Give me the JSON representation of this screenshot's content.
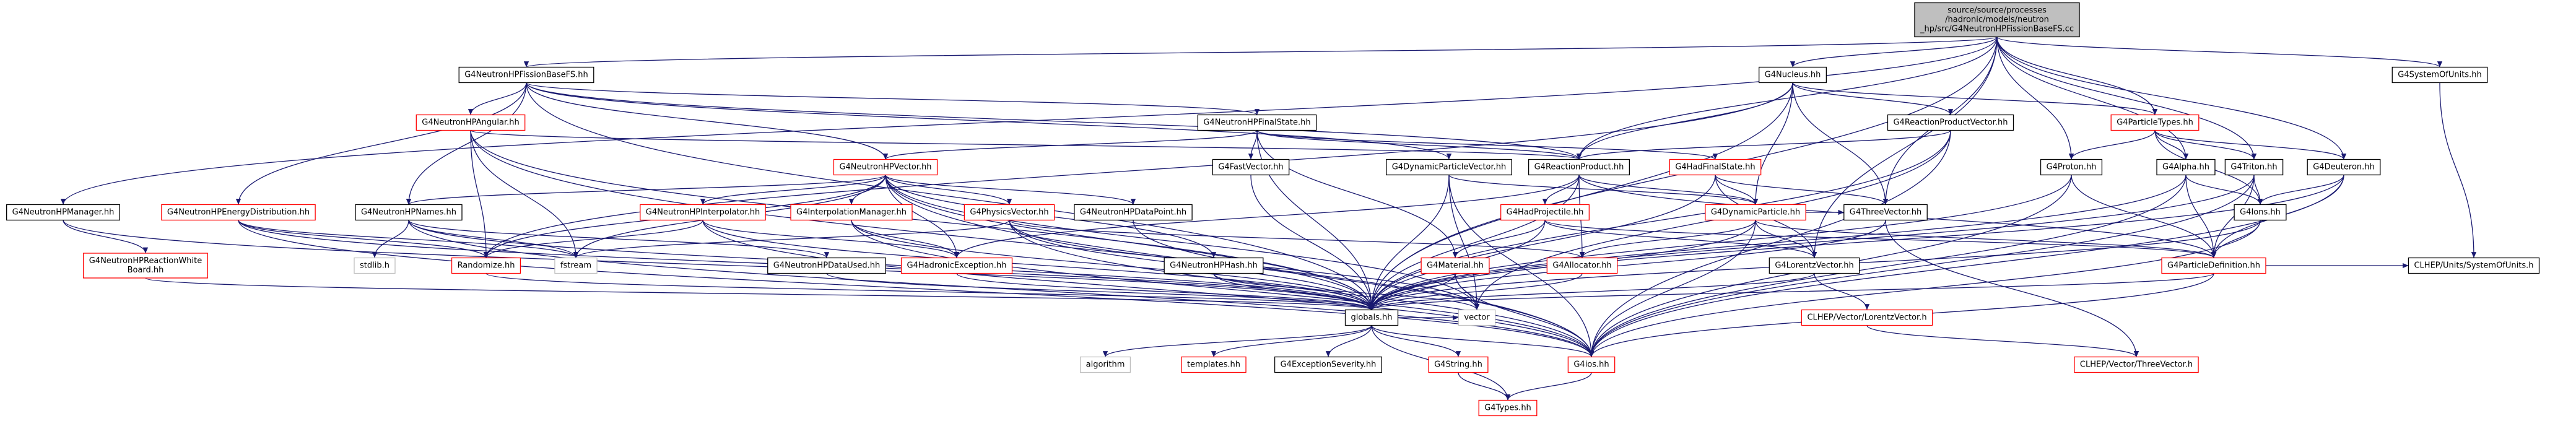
{
  "colors": {
    "background": "#ffffff",
    "edge": "#191970",
    "border_black": "#000000",
    "border_red": "#ff0000",
    "border_gray": "#bfbfbf",
    "root_fill": "#bfbfbf",
    "node_fill": "#ffffff"
  },
  "nodes": [
    {
      "id": "root",
      "lines": [
        "source/source/processes",
        "/hadronic/models/neutron",
        "_hp/src/G4NeutronHPFissionBaseFS.cc"
      ],
      "style": "root"
    },
    {
      "id": "fissionbasefs",
      "lines": [
        "G4NeutronHPFissionBaseFS.hh"
      ],
      "style": "black"
    },
    {
      "id": "nucleus",
      "lines": [
        "G4Nucleus.hh"
      ],
      "style": "black"
    },
    {
      "id": "systemofunits",
      "lines": [
        "G4SystemOfUnits.hh"
      ],
      "style": "black"
    },
    {
      "id": "angular",
      "lines": [
        "G4NeutronHPAngular.hh"
      ],
      "style": "red"
    },
    {
      "id": "finalstate",
      "lines": [
        "G4NeutronHPFinalState.hh"
      ],
      "style": "black"
    },
    {
      "id": "reactionproductvector",
      "lines": [
        "G4ReactionProductVector.hh"
      ],
      "style": "black"
    },
    {
      "id": "particletypes",
      "lines": [
        "G4ParticleTypes.hh"
      ],
      "style": "red"
    },
    {
      "id": "hpvector",
      "lines": [
        "G4NeutronHPVector.hh"
      ],
      "style": "red"
    },
    {
      "id": "fastvector",
      "lines": [
        "G4FastVector.hh"
      ],
      "style": "black"
    },
    {
      "id": "dynparticlevector",
      "lines": [
        "G4DynamicParticleVector.hh"
      ],
      "style": "black"
    },
    {
      "id": "reactionproduct",
      "lines": [
        "G4ReactionProduct.hh"
      ],
      "style": "black"
    },
    {
      "id": "hadfinalstate",
      "lines": [
        "G4HadFinalState.hh"
      ],
      "style": "red"
    },
    {
      "id": "proton",
      "lines": [
        "G4Proton.hh"
      ],
      "style": "black"
    },
    {
      "id": "alpha",
      "lines": [
        "G4Alpha.hh"
      ],
      "style": "black"
    },
    {
      "id": "triton",
      "lines": [
        "G4Triton.hh"
      ],
      "style": "black"
    },
    {
      "id": "deuteron",
      "lines": [
        "G4Deuteron.hh"
      ],
      "style": "black"
    },
    {
      "id": "hpmanager",
      "lines": [
        "G4NeutronHPManager.hh"
      ],
      "style": "black"
    },
    {
      "id": "energydistribution",
      "lines": [
        "G4NeutronHPEnergyDistribution.hh"
      ],
      "style": "red"
    },
    {
      "id": "hpnames",
      "lines": [
        "G4NeutronHPNames.hh"
      ],
      "style": "black"
    },
    {
      "id": "hpinterpolator",
      "lines": [
        "G4NeutronHPInterpolator.hh"
      ],
      "style": "red"
    },
    {
      "id": "interpolationmanager",
      "lines": [
        "G4InterpolationManager.hh"
      ],
      "style": "red"
    },
    {
      "id": "physicsvector",
      "lines": [
        "G4PhysicsVector.hh"
      ],
      "style": "red"
    },
    {
      "id": "hpdatapoint",
      "lines": [
        "G4NeutronHPDataPoint.hh"
      ],
      "style": "black"
    },
    {
      "id": "hadprojectile",
      "lines": [
        "G4HadProjectile.hh"
      ],
      "style": "red"
    },
    {
      "id": "dynamicparticle",
      "lines": [
        "G4DynamicParticle.hh"
      ],
      "style": "red"
    },
    {
      "id": "threevector",
      "lines": [
        "G4ThreeVector.hh"
      ],
      "style": "black"
    },
    {
      "id": "ions",
      "lines": [
        "G4Ions.hh"
      ],
      "style": "black"
    },
    {
      "id": "clhepunits",
      "lines": [
        "CLHEP/Units/SystemOfUnits.h"
      ],
      "style": "black"
    },
    {
      "id": "reactionwhiteboard",
      "lines": [
        "G4NeutronHPReactionWhite",
        "Board.hh"
      ],
      "style": "red"
    },
    {
      "id": "stdlib",
      "lines": [
        "stdlib.h"
      ],
      "style": "gray"
    },
    {
      "id": "randomize",
      "lines": [
        "Randomize.hh"
      ],
      "style": "red"
    },
    {
      "id": "fstream",
      "lines": [
        "fstream"
      ],
      "style": "gray"
    },
    {
      "id": "datausedhh",
      "lines": [
        "G4NeutronHPDataUsed.hh"
      ],
      "style": "black"
    },
    {
      "id": "hadronicexception",
      "lines": [
        "G4HadronicException.hh"
      ],
      "style": "red"
    },
    {
      "id": "hphash",
      "lines": [
        "G4NeutronHPHash.hh"
      ],
      "style": "black"
    },
    {
      "id": "material",
      "lines": [
        "G4Material.hh"
      ],
      "style": "red"
    },
    {
      "id": "allocator",
      "lines": [
        "G4Allocator.hh"
      ],
      "style": "red"
    },
    {
      "id": "lorentzvector",
      "lines": [
        "G4LorentzVector.hh"
      ],
      "style": "black"
    },
    {
      "id": "particledefinition",
      "lines": [
        "G4ParticleDefinition.hh"
      ],
      "style": "red"
    },
    {
      "id": "globals",
      "lines": [
        "globals.hh"
      ],
      "style": "black"
    },
    {
      "id": "vector",
      "lines": [
        "vector"
      ],
      "style": "gray"
    },
    {
      "id": "clheplorentz",
      "lines": [
        "CLHEP/Vector/LorentzVector.h"
      ],
      "style": "red"
    },
    {
      "id": "algorithm",
      "lines": [
        "algorithm"
      ],
      "style": "gray"
    },
    {
      "id": "templates",
      "lines": [
        "templates.hh"
      ],
      "style": "red"
    },
    {
      "id": "exceptionseverity",
      "lines": [
        "G4ExceptionSeverity.hh"
      ],
      "style": "black"
    },
    {
      "id": "g4string",
      "lines": [
        "G4String.hh"
      ],
      "style": "red"
    },
    {
      "id": "g4ios",
      "lines": [
        "G4ios.hh"
      ],
      "style": "red"
    },
    {
      "id": "clhepthreevector",
      "lines": [
        "CLHEP/Vector/ThreeVector.h"
      ],
      "style": "red"
    },
    {
      "id": "g4types",
      "lines": [
        "G4Types.hh"
      ],
      "style": "red"
    }
  ],
  "edges": [
    [
      "root",
      "fissionbasefs"
    ],
    [
      "root",
      "nucleus"
    ],
    [
      "root",
      "systemofunits"
    ],
    [
      "root",
      "hpmanager"
    ],
    [
      "root",
      "particletypes"
    ],
    [
      "root",
      "reactionproduct"
    ],
    [
      "root",
      "threevector"
    ],
    [
      "root",
      "proton"
    ],
    [
      "root",
      "alpha"
    ],
    [
      "root",
      "triton"
    ],
    [
      "root",
      "deuteron"
    ],
    [
      "root",
      "lorentzvector"
    ],
    [
      "root",
      "globals"
    ],
    [
      "fissionbasefs",
      "angular"
    ],
    [
      "fissionbasefs",
      "finalstate"
    ],
    [
      "fissionbasefs",
      "dynparticlevector"
    ],
    [
      "fissionbasefs",
      "reactionproduct"
    ],
    [
      "fissionbasefs",
      "hpvector"
    ],
    [
      "fissionbasefs",
      "energydistribution"
    ],
    [
      "fissionbasefs",
      "hpnames"
    ],
    [
      "fissionbasefs",
      "globals"
    ],
    [
      "nucleus",
      "reactionproduct"
    ],
    [
      "nucleus",
      "reactionproductvector"
    ],
    [
      "nucleus",
      "particletypes"
    ],
    [
      "nucleus",
      "dynamicparticle"
    ],
    [
      "nucleus",
      "threevector"
    ],
    [
      "nucleus",
      "globals"
    ],
    [
      "nucleus",
      "randomize"
    ],
    [
      "systemofunits",
      "clhepunits"
    ],
    [
      "angular",
      "reactionproduct"
    ],
    [
      "angular",
      "randomize"
    ],
    [
      "angular",
      "fstream"
    ],
    [
      "angular",
      "g4ios"
    ],
    [
      "angular",
      "globals"
    ],
    [
      "finalstate",
      "hadfinalstate"
    ],
    [
      "finalstate",
      "hpvector"
    ],
    [
      "finalstate",
      "fastvector"
    ],
    [
      "finalstate",
      "material"
    ],
    [
      "finalstate",
      "reactionproduct"
    ],
    [
      "finalstate",
      "globals"
    ],
    [
      "reactionproductvector",
      "reactionproduct"
    ],
    [
      "reactionproductvector",
      "vector"
    ],
    [
      "reactionproductvector",
      "globals"
    ],
    [
      "reactionproductvector",
      "g4ios"
    ],
    [
      "particletypes",
      "proton"
    ],
    [
      "particletypes",
      "alpha"
    ],
    [
      "particletypes",
      "triton"
    ],
    [
      "particletypes",
      "deuteron"
    ],
    [
      "particletypes",
      "ions"
    ],
    [
      "hpvector",
      "hpnames"
    ],
    [
      "hpvector",
      "hpinterpolator"
    ],
    [
      "hpvector",
      "interpolationmanager"
    ],
    [
      "hpvector",
      "physicsvector"
    ],
    [
      "hpvector",
      "hpdatapoint"
    ],
    [
      "hpvector",
      "hphash"
    ],
    [
      "hpvector",
      "randomize"
    ],
    [
      "hpvector",
      "fstream"
    ],
    [
      "hpvector",
      "hadronicexception"
    ],
    [
      "hpvector",
      "g4ios"
    ],
    [
      "hpvector",
      "globals"
    ],
    [
      "hpvector",
      "vector"
    ],
    [
      "fastvector",
      "globals"
    ],
    [
      "dynparticlevector",
      "dynamicparticle"
    ],
    [
      "dynparticlevector",
      "vector"
    ],
    [
      "dynparticlevector",
      "globals"
    ],
    [
      "dynparticlevector",
      "g4ios"
    ],
    [
      "reactionproduct",
      "dynamicparticle"
    ],
    [
      "reactionproduct",
      "hadprojectile"
    ],
    [
      "reactionproduct",
      "allocator"
    ],
    [
      "reactionproduct",
      "particledefinition"
    ],
    [
      "reactionproduct",
      "globals"
    ],
    [
      "reactionproduct",
      "hadronicexception"
    ],
    [
      "hadfinalstate",
      "dynamicparticle"
    ],
    [
      "hadfinalstate",
      "threevector"
    ],
    [
      "hadfinalstate",
      "lorentzvector"
    ],
    [
      "hadfinalstate",
      "globals"
    ],
    [
      "proton",
      "particledefinition"
    ],
    [
      "proton",
      "globals"
    ],
    [
      "proton",
      "g4ios"
    ],
    [
      "alpha",
      "particledefinition"
    ],
    [
      "alpha",
      "ions"
    ],
    [
      "alpha",
      "globals"
    ],
    [
      "alpha",
      "g4ios"
    ],
    [
      "triton",
      "particledefinition"
    ],
    [
      "triton",
      "ions"
    ],
    [
      "triton",
      "globals"
    ],
    [
      "triton",
      "g4ios"
    ],
    [
      "deuteron",
      "particledefinition"
    ],
    [
      "deuteron",
      "ions"
    ],
    [
      "deuteron",
      "globals"
    ],
    [
      "deuteron",
      "g4ios"
    ],
    [
      "hpmanager",
      "reactionwhiteboard"
    ],
    [
      "hpmanager",
      "globals"
    ],
    [
      "energydistribution",
      "randomize"
    ],
    [
      "energydistribution",
      "globals"
    ],
    [
      "energydistribution",
      "g4ios"
    ],
    [
      "energydistribution",
      "fstream"
    ],
    [
      "hpnames",
      "stdlib"
    ],
    [
      "hpnames",
      "fstream"
    ],
    [
      "hpnames",
      "datausedhh"
    ],
    [
      "hpnames",
      "globals"
    ],
    [
      "hpnames",
      "g4ios"
    ],
    [
      "hpinterpolator",
      "hadronicexception"
    ],
    [
      "hpinterpolator",
      "randomize"
    ],
    [
      "hpinterpolator",
      "globals"
    ],
    [
      "hpinterpolator",
      "g4ios"
    ],
    [
      "interpolationmanager",
      "hadronicexception"
    ],
    [
      "interpolationmanager",
      "globals"
    ],
    [
      "interpolationmanager",
      "g4ios"
    ],
    [
      "physicsvector",
      "globals"
    ],
    [
      "physicsvector",
      "vector"
    ],
    [
      "physicsvector",
      "fstream"
    ],
    [
      "physicsvector",
      "g4ios"
    ],
    [
      "physicsvector",
      "allocator"
    ],
    [
      "hpdatapoint",
      "globals"
    ],
    [
      "hadprojectile",
      "material"
    ],
    [
      "hadprojectile",
      "particledefinition"
    ],
    [
      "hadprojectile",
      "lorentzvector"
    ],
    [
      "hadprojectile",
      "globals"
    ],
    [
      "dynamicparticle",
      "allocator"
    ],
    [
      "dynamicparticle",
      "lorentzvector"
    ],
    [
      "dynamicparticle",
      "particledefinition"
    ],
    [
      "dynamicparticle",
      "threevector"
    ],
    [
      "dynamicparticle",
      "globals"
    ],
    [
      "dynamicparticle",
      "g4ios"
    ],
    [
      "threevector",
      "clhepthreevector"
    ],
    [
      "threevector",
      "globals"
    ],
    [
      "ions",
      "particledefinition"
    ],
    [
      "ions",
      "globals"
    ],
    [
      "ions",
      "g4ios"
    ],
    [
      "reactionwhiteboard",
      "globals"
    ],
    [
      "datausedhh",
      "globals"
    ],
    [
      "hadronicexception",
      "globals"
    ],
    [
      "hphash",
      "globals"
    ],
    [
      "hphash",
      "vector"
    ],
    [
      "material",
      "globals"
    ],
    [
      "material",
      "vector"
    ],
    [
      "material",
      "g4ios"
    ],
    [
      "allocator",
      "globals"
    ],
    [
      "lorentzvector",
      "clheplorentz"
    ],
    [
      "lorentzvector",
      "globals"
    ],
    [
      "particledefinition",
      "globals"
    ],
    [
      "particledefinition",
      "g4ios"
    ],
    [
      "particledefinition",
      "clhepunits"
    ],
    [
      "globals",
      "algorithm"
    ],
    [
      "globals",
      "templates"
    ],
    [
      "globals",
      "exceptionseverity"
    ],
    [
      "globals",
      "g4string"
    ],
    [
      "globals",
      "g4ios"
    ],
    [
      "globals",
      "g4types"
    ],
    [
      "globals",
      "vector"
    ],
    [
      "clheplorentz",
      "clhepthreevector"
    ],
    [
      "g4string",
      "g4types"
    ],
    [
      "g4ios",
      "g4types"
    ],
    [
      "randomize",
      "globals"
    ]
  ]
}
